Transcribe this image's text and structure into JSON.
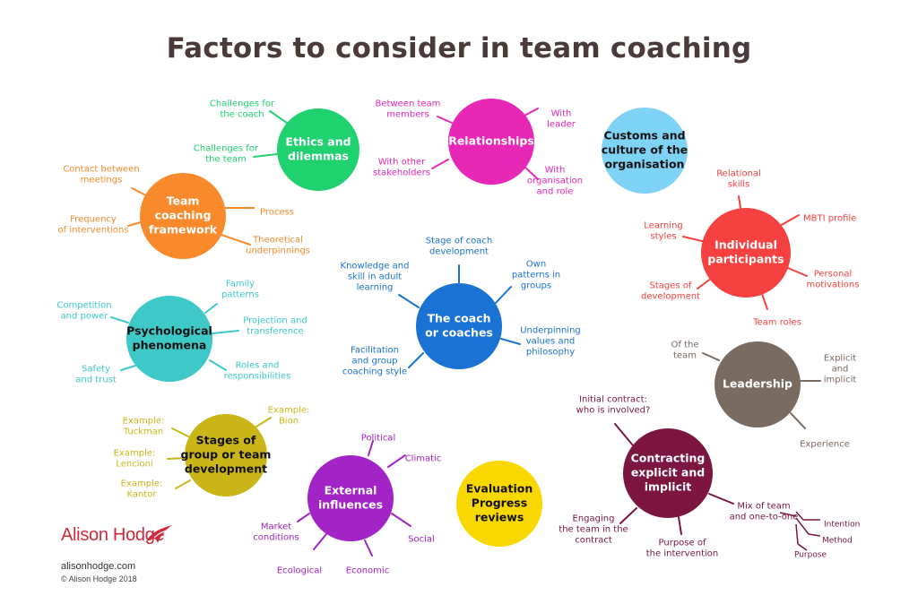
{
  "title": "Factors to consider in team coaching",
  "nodes": [
    {
      "id": "ethics",
      "color": "#1fd16f",
      "text_color": "#ffffff",
      "lines": [
        "Ethics and",
        "dilemmas"
      ],
      "branches": [
        {
          "lines": [
            "Challenges for",
            "the coach"
          ]
        },
        {
          "lines": [
            "Challenges for",
            "the team"
          ]
        }
      ]
    },
    {
      "id": "relationships",
      "color": "#e727b5",
      "text_color": "#ffffff",
      "lines": [
        "Relationships"
      ],
      "branches": [
        {
          "lines": [
            "Between team",
            "members"
          ]
        },
        {
          "lines": [
            "With",
            "leader"
          ]
        },
        {
          "lines": [
            "With other",
            "stakeholders"
          ]
        },
        {
          "lines": [
            "With",
            "organisation",
            "and role"
          ]
        }
      ]
    },
    {
      "id": "customs",
      "color": "#7fd3f7",
      "text_color": "#111111",
      "lines": [
        "Customs and",
        "culture of the",
        "organisation"
      ],
      "branches": []
    },
    {
      "id": "framework",
      "color": "#f98a2c",
      "text_color": "#ffffff",
      "lines": [
        "Team",
        "coaching",
        "framework"
      ],
      "branches": [
        {
          "lines": [
            "Contact between",
            "meetings"
          ]
        },
        {
          "lines": [
            "Frequency",
            "of interventions"
          ]
        },
        {
          "lines": [
            "Process"
          ]
        },
        {
          "lines": [
            "Theoretical",
            "underpinnings"
          ]
        }
      ]
    },
    {
      "id": "individual",
      "color": "#f5413f",
      "text_color": "#ffffff",
      "lines": [
        "Individual",
        "participants"
      ],
      "branches": [
        {
          "lines": [
            "Relational",
            "skills"
          ]
        },
        {
          "lines": [
            "MBTI profile"
          ]
        },
        {
          "lines": [
            "Learning",
            "styles"
          ]
        },
        {
          "lines": [
            "Personal",
            "motivations"
          ]
        },
        {
          "lines": [
            "Stages of",
            "development"
          ]
        },
        {
          "lines": [
            "Team roles"
          ]
        }
      ]
    },
    {
      "id": "coach",
      "color": "#1a72d4",
      "text_color": "#ffffff",
      "lines": [
        "The coach",
        "or coaches"
      ],
      "branches": [
        {
          "lines": [
            "Stage of coach",
            "development"
          ]
        },
        {
          "lines": [
            "Knowledge and",
            "skill in adult",
            "learning"
          ]
        },
        {
          "lines": [
            "Own",
            "patterns in",
            "groups"
          ]
        },
        {
          "lines": [
            "Underpinning",
            "values and",
            "philosophy"
          ]
        },
        {
          "lines": [
            "Facilitation",
            "and group",
            "coaching style"
          ]
        }
      ]
    },
    {
      "id": "psych",
      "color": "#3ec8c8",
      "text_color": "#111111",
      "lines": [
        "Psychological",
        "phenomena"
      ],
      "branches": [
        {
          "lines": [
            "Competition",
            "and power"
          ]
        },
        {
          "lines": [
            "Family",
            "patterns"
          ]
        },
        {
          "lines": [
            "Projection and",
            "transference"
          ]
        },
        {
          "lines": [
            "Safety",
            "and trust"
          ]
        },
        {
          "lines": [
            "Roles and",
            "responsibilities"
          ]
        }
      ]
    },
    {
      "id": "leadership",
      "color": "#7a6b61",
      "text_color": "#ffffff",
      "lines": [
        "Leadership"
      ],
      "branches": [
        {
          "lines": [
            "Of the",
            "team"
          ]
        },
        {
          "lines": [
            "Explicit",
            "and",
            "implicit"
          ]
        },
        {
          "lines": [
            "Experience"
          ]
        }
      ]
    },
    {
      "id": "stages",
      "color": "#cbb61a",
      "text_color": "#111111",
      "lines": [
        "Stages of",
        "group or team",
        "development"
      ],
      "branches": [
        {
          "lines": [
            "Example:",
            "Tuckman"
          ]
        },
        {
          "lines": [
            "Example:",
            "Bion"
          ]
        },
        {
          "lines": [
            "Example:",
            "Lencioni"
          ]
        },
        {
          "lines": [
            "Example:",
            "Kantor"
          ]
        }
      ]
    },
    {
      "id": "external",
      "color": "#a223c6",
      "text_color": "#ffffff",
      "lines": [
        "External",
        "influences"
      ],
      "branches": [
        {
          "lines": [
            "Political"
          ]
        },
        {
          "lines": [
            "Climatic"
          ]
        },
        {
          "lines": [
            "Social"
          ]
        },
        {
          "lines": [
            "Economic"
          ]
        },
        {
          "lines": [
            "Ecological"
          ]
        },
        {
          "lines": [
            "Market",
            "conditions"
          ]
        }
      ]
    },
    {
      "id": "evaluation",
      "color": "#f9d800",
      "text_color": "#111111",
      "lines": [
        "Evaluation",
        "Progress",
        "reviews"
      ],
      "branches": []
    },
    {
      "id": "contracting",
      "color": "#7c1540",
      "text_color": "#ffffff",
      "lines": [
        "Contracting",
        "explicit and",
        "implicit"
      ],
      "branches": [
        {
          "lines": [
            "Initial contract:",
            "who is involved?"
          ]
        },
        {
          "lines": [
            "Engaging",
            "the team in the",
            "contract"
          ]
        },
        {
          "lines": [
            "Purpose of",
            "the intervention"
          ]
        },
        {
          "lines": [
            "Mix of team",
            "and one-to-one"
          ]
        }
      ],
      "sub_branches": [
        {
          "lines": [
            "Intention"
          ]
        },
        {
          "lines": [
            "Method"
          ]
        },
        {
          "lines": [
            "Purpose"
          ]
        }
      ]
    }
  ],
  "brand": {
    "name": "Alison Hodge",
    "site": "alisonhodge.com",
    "copyright": "© Alison Hodge 2018"
  }
}
